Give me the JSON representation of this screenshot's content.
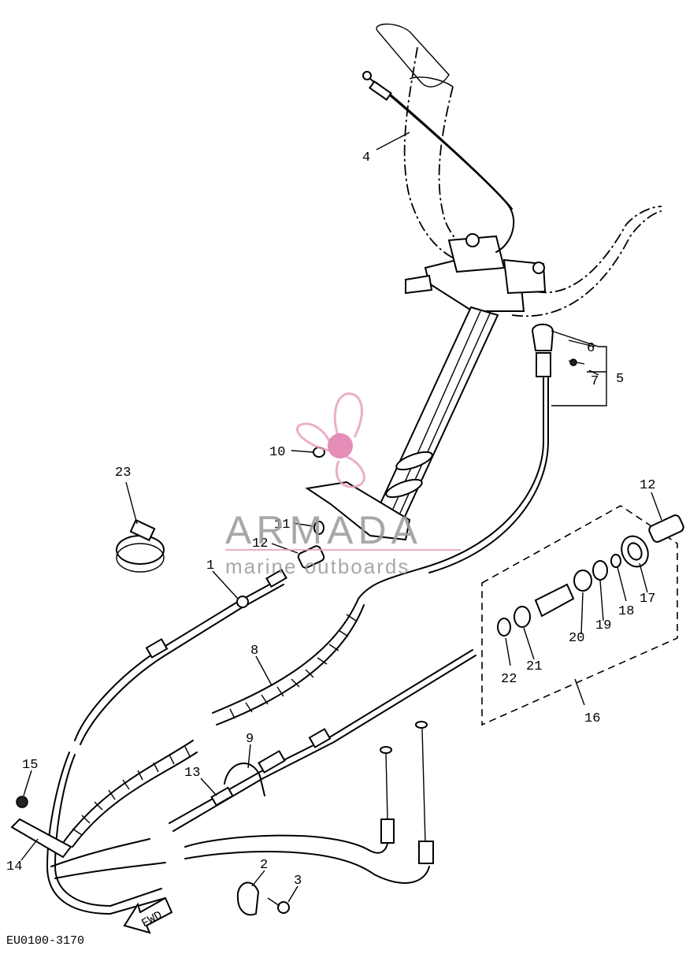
{
  "diagram": {
    "drawing_code": "EU0100-3170",
    "direction_arrow_label": "FWD",
    "part_callouts": {
      "p1": "1",
      "p2": "2",
      "p3": "3",
      "p4": "4",
      "p5": "5",
      "p6": "6",
      "p7": "7",
      "p8": "8",
      "p9": "9",
      "p10": "10",
      "p11": "11",
      "p12a": "12",
      "p12b": "12",
      "p13": "13",
      "p14": "14",
      "p15": "15",
      "p16": "16",
      "p17": "17",
      "p18": "18",
      "p19": "19",
      "p20": "20",
      "p21": "21",
      "p22": "22",
      "p23": "23"
    }
  },
  "watermark": {
    "brand": "ARMADA",
    "tagline": "marine outboards",
    "logo_icon": "propeller-icon",
    "colors": {
      "logo": "#e8a0c0",
      "logo_hub": "#e07aaa",
      "text": "#9a9a9a"
    }
  }
}
